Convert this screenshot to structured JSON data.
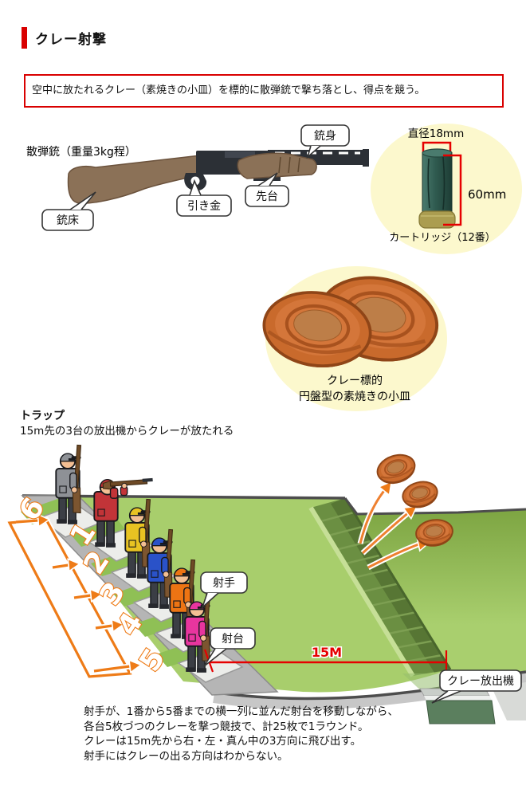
{
  "page": {
    "title": "クレー射撃"
  },
  "intro": {
    "text": "空中に放たれるクレー（素焼きの小皿）を標的に散弾銃で撃ち落とし、得点を競う。"
  },
  "shotgun": {
    "caption": "散弾銃（重量3kg程）",
    "parts": [
      {
        "id": "barrel",
        "label": "銃身"
      },
      {
        "id": "forend",
        "label": "先台"
      },
      {
        "id": "trigger",
        "label": "引き金"
      },
      {
        "id": "stock",
        "label": "銃床"
      }
    ]
  },
  "cartridge": {
    "diameter_label": "直径18mm",
    "length_label": "60mm",
    "caption": "カートリッジ（12番）"
  },
  "clay": {
    "caption_line1": "クレー標的",
    "caption_line2": "円盤型の素焼きの小皿"
  },
  "trap": {
    "heading": "トラップ",
    "subheading": "15m先の3台の放出機からクレーが放たれる",
    "station_numbers": [
      "6",
      "1",
      "2",
      "3",
      "4",
      "5"
    ],
    "shooter_label": "射手",
    "platform_label": "射台",
    "launcher_label": "クレー放出機",
    "distance_label": "15M",
    "shooters": [
      {
        "color": "#8e9196",
        "pose": "standing"
      },
      {
        "color": "#c23438",
        "pose": "aiming"
      },
      {
        "color": "#e8c322",
        "pose": "standing"
      },
      {
        "color": "#2a52c8",
        "pose": "standing"
      },
      {
        "color": "#ed7413",
        "pose": "standing"
      },
      {
        "color": "#e8359e",
        "pose": "standing"
      }
    ]
  },
  "footer": {
    "lines": [
      "射手が、1番から5番までの横一列に並んだ射台を移動しながら、",
      "各台5枚づつのクレーを撃つ競技で、計25枚で1ラウンド。",
      "クレーは15m先から右・左・真ん中の3方向に飛び出す。",
      "射手にはクレーの出る方向はわからない。"
    ]
  },
  "colors": {
    "accent_red": "#d90000",
    "dimension_red": "#e60000",
    "route_orange": "#ee7b17",
    "field_green": "#a8ce6c",
    "strip_green": "#8fc055",
    "trench_green": "#6b8f42",
    "clay_orange": "#c96a2c",
    "cartridge_green": "#2f5a4f",
    "gun_brown": "#8b7157"
  }
}
